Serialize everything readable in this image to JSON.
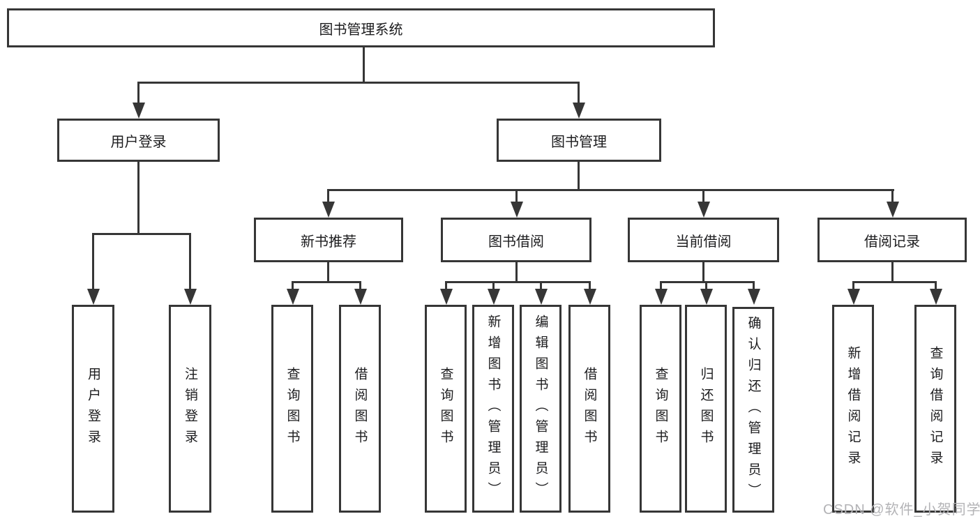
{
  "diagram_title": "图书管理系统",
  "nodes": {
    "root": "图书管理系统",
    "user_login": "用户登录",
    "book_mgmt": "图书管理",
    "new_book_rec": "新书推荐",
    "book_borrow": "图书借阅",
    "current_borrow": "当前借阅",
    "borrow_records": "借阅记录",
    "leaf_user_login": "用户登录",
    "leaf_logout": "注销登录",
    "leaf_rec_query": "查询图书",
    "leaf_rec_borrow": "借阅图书",
    "leaf_bor_query": "查询图书",
    "leaf_bor_add": "新增图书（管理员）",
    "leaf_bor_edit": "编辑图书（管理员）",
    "leaf_bor_borrow": "借阅图书",
    "leaf_cur_query": "查询图书",
    "leaf_cur_return": "归还图书",
    "leaf_cur_confirm": "确认归还（管理员）",
    "leaf_rcd_add": "新增借阅记录",
    "leaf_rcd_query": "查询借阅记录"
  },
  "watermark": "CSDN @软件_小贺同学",
  "colors": {
    "line": "#363636",
    "text": "#1c1c1e",
    "watermark": "#b3b3b6",
    "background": "#ffffff"
  }
}
